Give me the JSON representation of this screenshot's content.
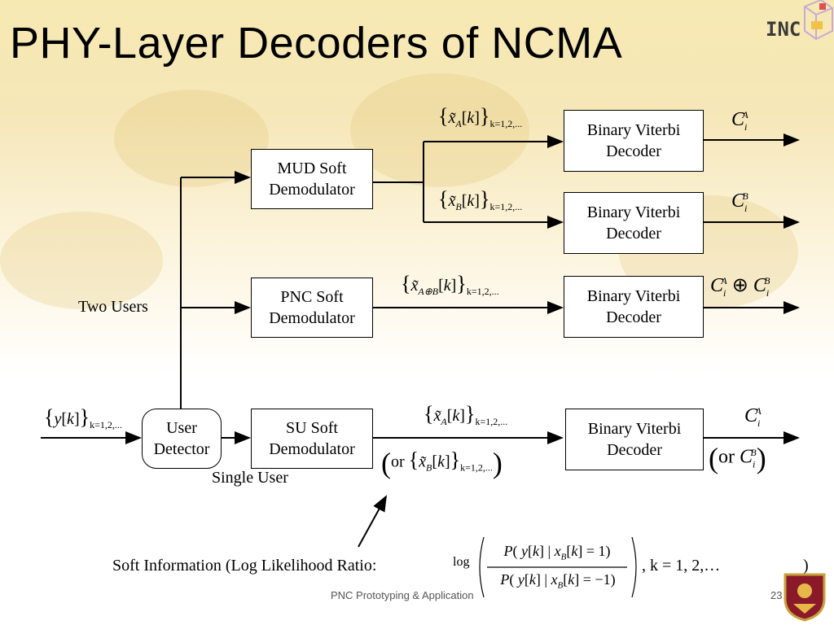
{
  "slide": {
    "title": "PHY-Layer Decoders of NCMA",
    "logo_text": "INC",
    "footer_center": "PNC Prototyping & Application",
    "page_number": "23"
  },
  "blocks": {
    "mud": [
      "MUD Soft",
      "Demodulator"
    ],
    "pnc": [
      "PNC Soft",
      "Demodulator"
    ],
    "su": [
      "SU Soft",
      "Demodulator"
    ],
    "user_detector": [
      "User",
      "Detector"
    ],
    "viterbi_1": [
      "Binary Viterbi",
      "Decoder"
    ],
    "viterbi_2": [
      "Binary Viterbi",
      "Decoder"
    ],
    "viterbi_3": [
      "Binary Viterbi",
      "Decoder"
    ],
    "viterbi_4": [
      "Binary Viterbi",
      "Decoder"
    ]
  },
  "labels": {
    "two_users": "Two Users",
    "single_user": "Single User",
    "or": "or",
    "soft_info": "Soft Information (Log Likelihood Ratio:",
    "log": "log",
    "k_range": ", k = 1, 2,…",
    "close_paren": ")"
  },
  "signals": {
    "input": "y[k]",
    "xA": "x̃A[k]",
    "xB": "x̃B[k]",
    "xAxorB": "x̃A⊕B[k]",
    "subscript_range": "k=1,2,...",
    "out_CA": "CiA",
    "out_CB": "CiB",
    "out_xor": "CiA ⊕ CiB",
    "llr_numerator": "P( y[k] | xB[k] = 1)",
    "llr_denominator": "P( y[k] | xB[k] = −1)"
  }
}
